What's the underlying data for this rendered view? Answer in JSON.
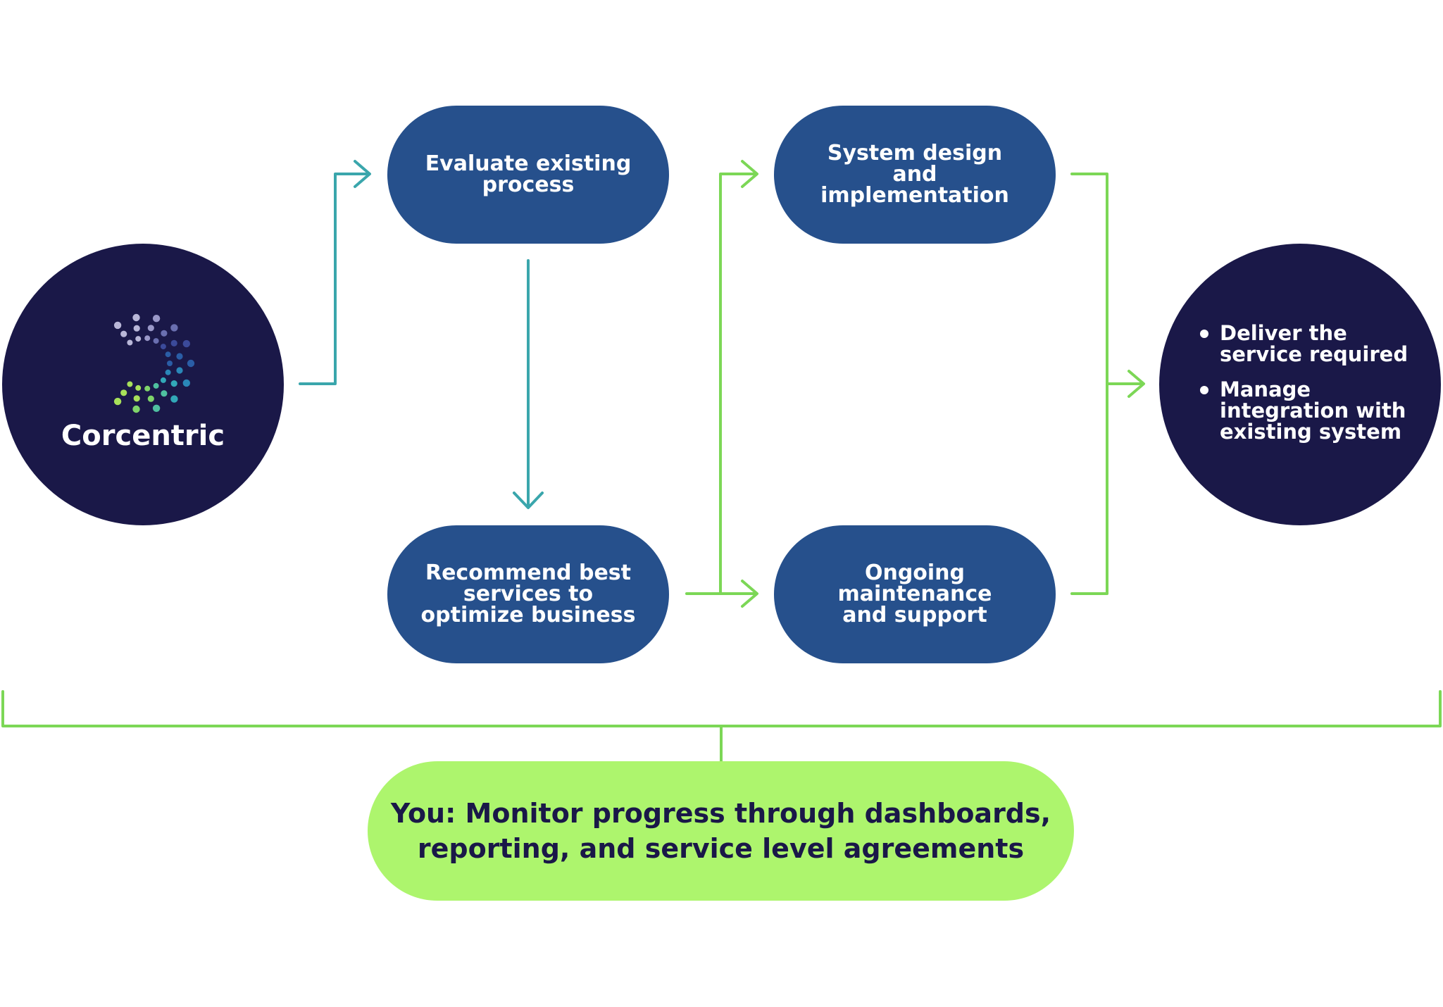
{
  "colors": {
    "dark_navy": "#1a1848",
    "step_blue": "#26508c",
    "teal_connector": "#3aa6ac",
    "green_connector": "#7cd756",
    "monitor_green": "#adf56d",
    "white": "#ffffff"
  },
  "brand": {
    "name": "Corcentric",
    "icon": "corcentric-logo-icon"
  },
  "steps": {
    "evaluate": "Evaluate existing\nprocess",
    "recommend": "Recommend best\nservices to\noptimize business",
    "design": "System design\nand\nimplementation",
    "maintenance": "Ongoing\nmaintenance\nand support"
  },
  "outcomes": {
    "items": [
      "Deliver the service required",
      "Manage integration with existing system"
    ]
  },
  "monitor": {
    "text": "You: Monitor progress through dashboards,\nreporting, and service level agreements"
  }
}
